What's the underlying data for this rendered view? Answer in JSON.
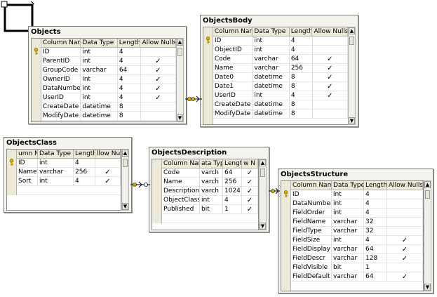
{
  "headers": {
    "column_name": "Column Name",
    "data_type": "Data Type",
    "length": "Length",
    "allow_nulls": "Allow Nulls"
  },
  "class_headers": {
    "column_name": "umn Na",
    "data_type": "Data Type",
    "length": "Length",
    "allow_nulls": "llow Null"
  },
  "desc_headers": {
    "column_name": "Column Name",
    "data_type": "ata Type",
    "length": "Length",
    "allow_nulls": "w N"
  },
  "tables": {
    "objects": {
      "title": "Objects",
      "rows": [
        {
          "name": "ID",
          "type": "int",
          "len": "4",
          "nulls": "",
          "pk": true
        },
        {
          "name": "ParentID",
          "type": "int",
          "len": "4",
          "nulls": "✓"
        },
        {
          "name": "GroupCode",
          "type": "varchar",
          "len": "64",
          "nulls": "✓"
        },
        {
          "name": "OwnerID",
          "type": "int",
          "len": "4",
          "nulls": "✓"
        },
        {
          "name": "DataNumber",
          "type": "int",
          "len": "4",
          "nulls": "✓"
        },
        {
          "name": "UserID",
          "type": "int",
          "len": "4",
          "nulls": "✓"
        },
        {
          "name": "CreateDate",
          "type": "datetime",
          "len": "8",
          "nulls": ""
        },
        {
          "name": "ModifyDate",
          "type": "datetime",
          "len": "8",
          "nulls": ""
        }
      ]
    },
    "objects_body": {
      "title": "ObjectsBody",
      "rows": [
        {
          "name": "ID",
          "type": "int",
          "len": "4",
          "nulls": "",
          "pk": true
        },
        {
          "name": "ObjectID",
          "type": "int",
          "len": "4",
          "nulls": ""
        },
        {
          "name": "Code",
          "type": "varchar",
          "len": "64",
          "nulls": "✓"
        },
        {
          "name": "Name",
          "type": "varchar",
          "len": "256",
          "nulls": "✓"
        },
        {
          "name": "Date0",
          "type": "datetime",
          "len": "8",
          "nulls": "✓"
        },
        {
          "name": "Date1",
          "type": "datetime",
          "len": "8",
          "nulls": "✓"
        },
        {
          "name": "UserID",
          "type": "int",
          "len": "4",
          "nulls": "✓"
        },
        {
          "name": "CreateDate",
          "type": "datetime",
          "len": "8",
          "nulls": ""
        },
        {
          "name": "ModifyDate",
          "type": "datetime",
          "len": "8",
          "nulls": ""
        }
      ]
    },
    "objects_class": {
      "title": "ObjectsClass",
      "rows": [
        {
          "name": "ID",
          "type": "int",
          "len": "4",
          "nulls": "",
          "pk": true
        },
        {
          "name": "Name",
          "type": "varchar",
          "len": "256",
          "nulls": "✓"
        },
        {
          "name": "Sort",
          "type": "int",
          "len": "4",
          "nulls": "✓"
        }
      ]
    },
    "objects_description": {
      "title": "ObjectsDescription",
      "rows": [
        {
          "name": "Code",
          "type": "varch",
          "len": "64",
          "nulls": "✓"
        },
        {
          "name": "Name",
          "type": "varch",
          "len": "256",
          "nulls": "✓"
        },
        {
          "name": "Description",
          "type": "varch",
          "len": "1024",
          "nulls": "✓"
        },
        {
          "name": "ObjectClassID",
          "type": "int",
          "len": "4",
          "nulls": "✓"
        },
        {
          "name": "Published",
          "type": "bit",
          "len": "1",
          "nulls": "✓"
        }
      ]
    },
    "objects_structure": {
      "title": "ObjectsStructure",
      "rows": [
        {
          "name": "ID",
          "type": "int",
          "len": "4",
          "nulls": "",
          "pk": true
        },
        {
          "name": "DataNumber",
          "type": "int",
          "len": "4",
          "nulls": ""
        },
        {
          "name": "FieldOrder",
          "type": "int",
          "len": "4",
          "nulls": ""
        },
        {
          "name": "FieldName",
          "type": "varchar",
          "len": "32",
          "nulls": ""
        },
        {
          "name": "FieldType",
          "type": "varchar",
          "len": "32",
          "nulls": ""
        },
        {
          "name": "FieldSize",
          "type": "int",
          "len": "4",
          "nulls": "✓"
        },
        {
          "name": "FieldDisplay",
          "type": "varchar",
          "len": "64",
          "nulls": "✓"
        },
        {
          "name": "FieldDescr",
          "type": "varchar",
          "len": "128",
          "nulls": "✓"
        },
        {
          "name": "FieldVisible",
          "type": "bit",
          "len": "1",
          "nulls": ""
        },
        {
          "name": "FieldDefault",
          "type": "varchar",
          "len": "64",
          "nulls": "✓"
        }
      ]
    }
  },
  "colors": {
    "key": "#d4b000",
    "connector": "#000000",
    "panel": "#f4f3ee"
  }
}
